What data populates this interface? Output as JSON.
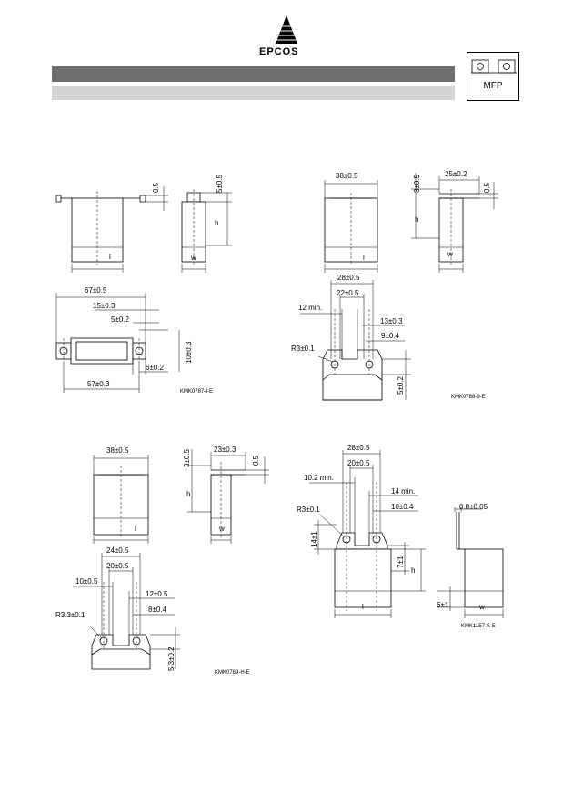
{
  "header": {
    "brand": "EPCOS",
    "series_label": "MFP"
  },
  "drawing1": {
    "dims": [
      "0.5",
      "5±0.5",
      "h",
      "l",
      "w",
      "67±0.5",
      "15±0.3",
      "5±0.2",
      "10±0.3",
      "6±0.2",
      "57±0.3"
    ],
    "code": "KMK0787-I-E"
  },
  "drawing2": {
    "dims": [
      "38±0.5",
      "25±0.2",
      "3±0.5",
      "0.5",
      "h",
      "l",
      "w",
      "28±0.5",
      "22±0.5",
      "12 min.",
      "13±0.3",
      "9±0.4",
      "R3±0.1",
      "5±0.2"
    ],
    "code": "KMK0788-9-E"
  },
  "drawing3": {
    "dims": [
      "38±0.5",
      "23±0.3",
      "3±0.5",
      "0.5",
      "h",
      "l",
      "w",
      "24±0.5",
      "20±0.5",
      "10±0.5",
      "12±0.5",
      "8±0.4",
      "R3.3±0.1",
      "5.3±0.2"
    ],
    "code": "KMK0789-H-E"
  },
  "drawing4": {
    "dims": [
      "28±0.5",
      "20±0.5",
      "10.2 min.",
      "14 min.",
      "10±0.4",
      "R3±0.1",
      "14±1",
      "7±1",
      "h",
      "l",
      "0.8±0.05",
      "6±1",
      "w"
    ],
    "code": "KMK1157-S-E"
  }
}
